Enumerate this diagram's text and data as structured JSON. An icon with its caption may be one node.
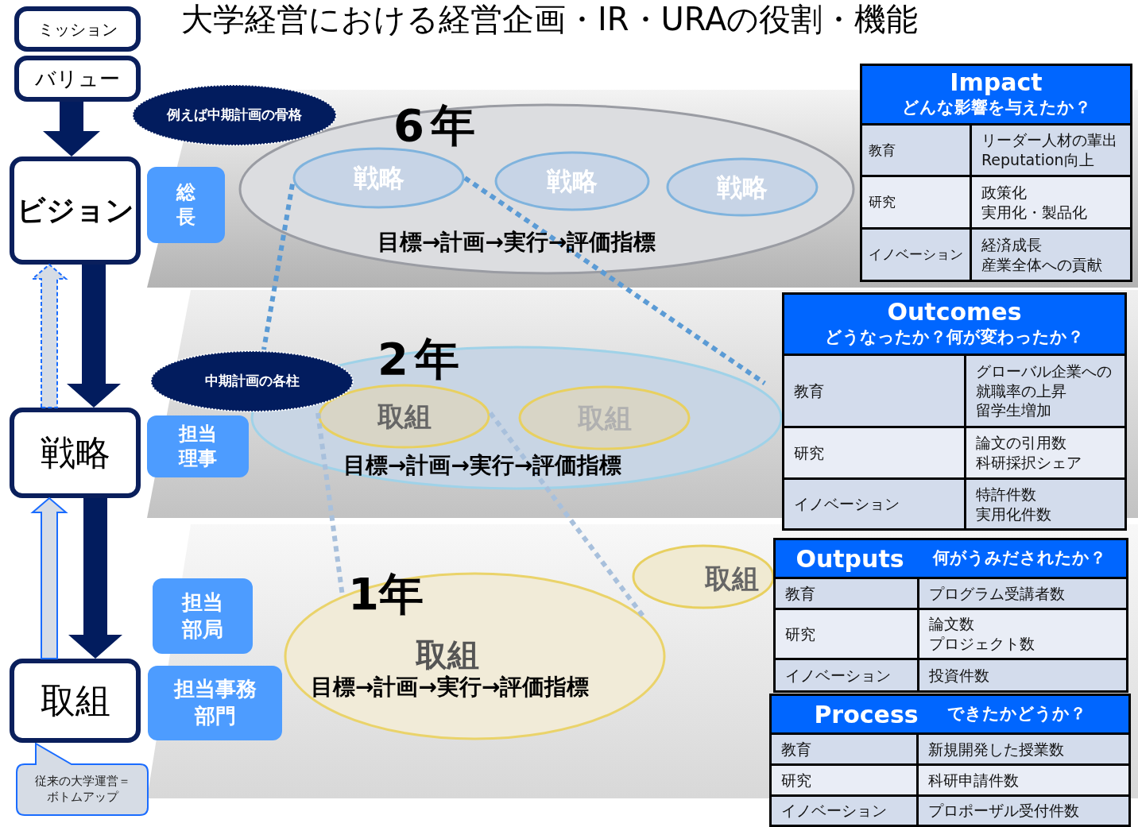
{
  "diagram": {
    "title": "大学経営における経営企画・IR・URAの役割・機能",
    "nodes": [
      {
        "text": [
          "ミッション"
        ]
      },
      {
        "text": [
          "バリュー"
        ]
      },
      {
        "text": [
          "ビジョン"
        ]
      },
      {
        "text": [
          "戦略"
        ]
      },
      {
        "text": [
          "取組"
        ]
      },
      {
        "text": [
          "従来の大学運営＝ボトムアップ"
        ]
      },
      {
        "text": [
          "例えば中期計画の骨格"
        ]
      },
      {
        "text": [
          "総長"
        ]
      },
      {
        "text": [
          "6年",
          "目標→計画→実行→評価指標"
        ]
      },
      {
        "text": [
          "戦略"
        ],
        "in": 8
      },
      {
        "text": [
          "戦略"
        ],
        "in": 8
      },
      {
        "text": [
          "戦略"
        ],
        "in": 8
      },
      {
        "text": [
          "中期計画の各柱"
        ]
      },
      {
        "text": [
          "担当理事"
        ]
      },
      {
        "text": [
          "2年",
          "目標→計画→実行→評価指標"
        ]
      },
      {
        "text": [
          "取組"
        ],
        "in": 14
      },
      {
        "text": [
          "取組"
        ],
        "in": 14
      },
      {
        "text": [
          "担当部局"
        ]
      },
      {
        "text": [
          "担当事務部門"
        ]
      },
      {
        "text": [
          "1年",
          "取組",
          "目標→計画→実行→評価指標"
        ]
      },
      {
        "text": [
          "取組"
        ]
      },
      {
        "text": [
          "Impact",
          "どんな影響を与えたか？"
        ]
      },
      {
        "text": [
          "Outcomes",
          "どうなったか？何が変わったか？"
        ]
      },
      {
        "text": [
          "Outputs",
          "何がうみだされたか？"
        ]
      },
      {
        "text": [
          "Process",
          "できたかどうか？"
        ]
      }
    ],
    "edges": [
      {
        "from": 1,
        "to": 2,
        "arrow": "to",
        "style": "thick"
      },
      {
        "from": 2,
        "to": 3,
        "arrow": "to",
        "style": "thick"
      },
      {
        "from": 3,
        "to": 2,
        "arrow": "to",
        "style": "dashed"
      },
      {
        "from": 3,
        "to": 4,
        "arrow": "to",
        "style": "thick"
      },
      {
        "from": 4,
        "to": 3,
        "arrow": "to"
      },
      {
        "from": 9,
        "to": 12,
        "arrow": "none",
        "style": "dashed",
        "color": "#5b9bd5"
      },
      {
        "from": 9,
        "to": 14,
        "arrow": "none",
        "style": "dashed",
        "color": "#5b9bd5"
      },
      {
        "from": 15,
        "to": 19,
        "arrow": "none",
        "style": "dashed",
        "color": "#a8c0dc"
      },
      {
        "from": 15,
        "to": 19,
        "arrow": "none",
        "style": "dashed",
        "color": "#a8c0dc"
      }
    ],
    "labels": [
      "教育",
      "リーダー人材の輩出",
      "Reputation向上",
      "研究",
      "政策化",
      "実用化・製品化",
      "イノベーション",
      "経済成長",
      "産業全体への貢献",
      "教育",
      "グローバル企業への就職率の上昇",
      "留学生増加",
      "研究",
      "論文の引用数",
      "科研採択シェア",
      "イノベーション",
      "特許件数",
      "実用化件数",
      "教育",
      "プログラム受講者数",
      "研究",
      "論文数",
      "プロジェクト数",
      "イノベーション",
      "投資件数",
      "教育",
      "新規開発した授業数",
      "研究",
      "科研申請件数",
      "イノベーション",
      "プロポーザル受付件数"
    ]
  }
}
